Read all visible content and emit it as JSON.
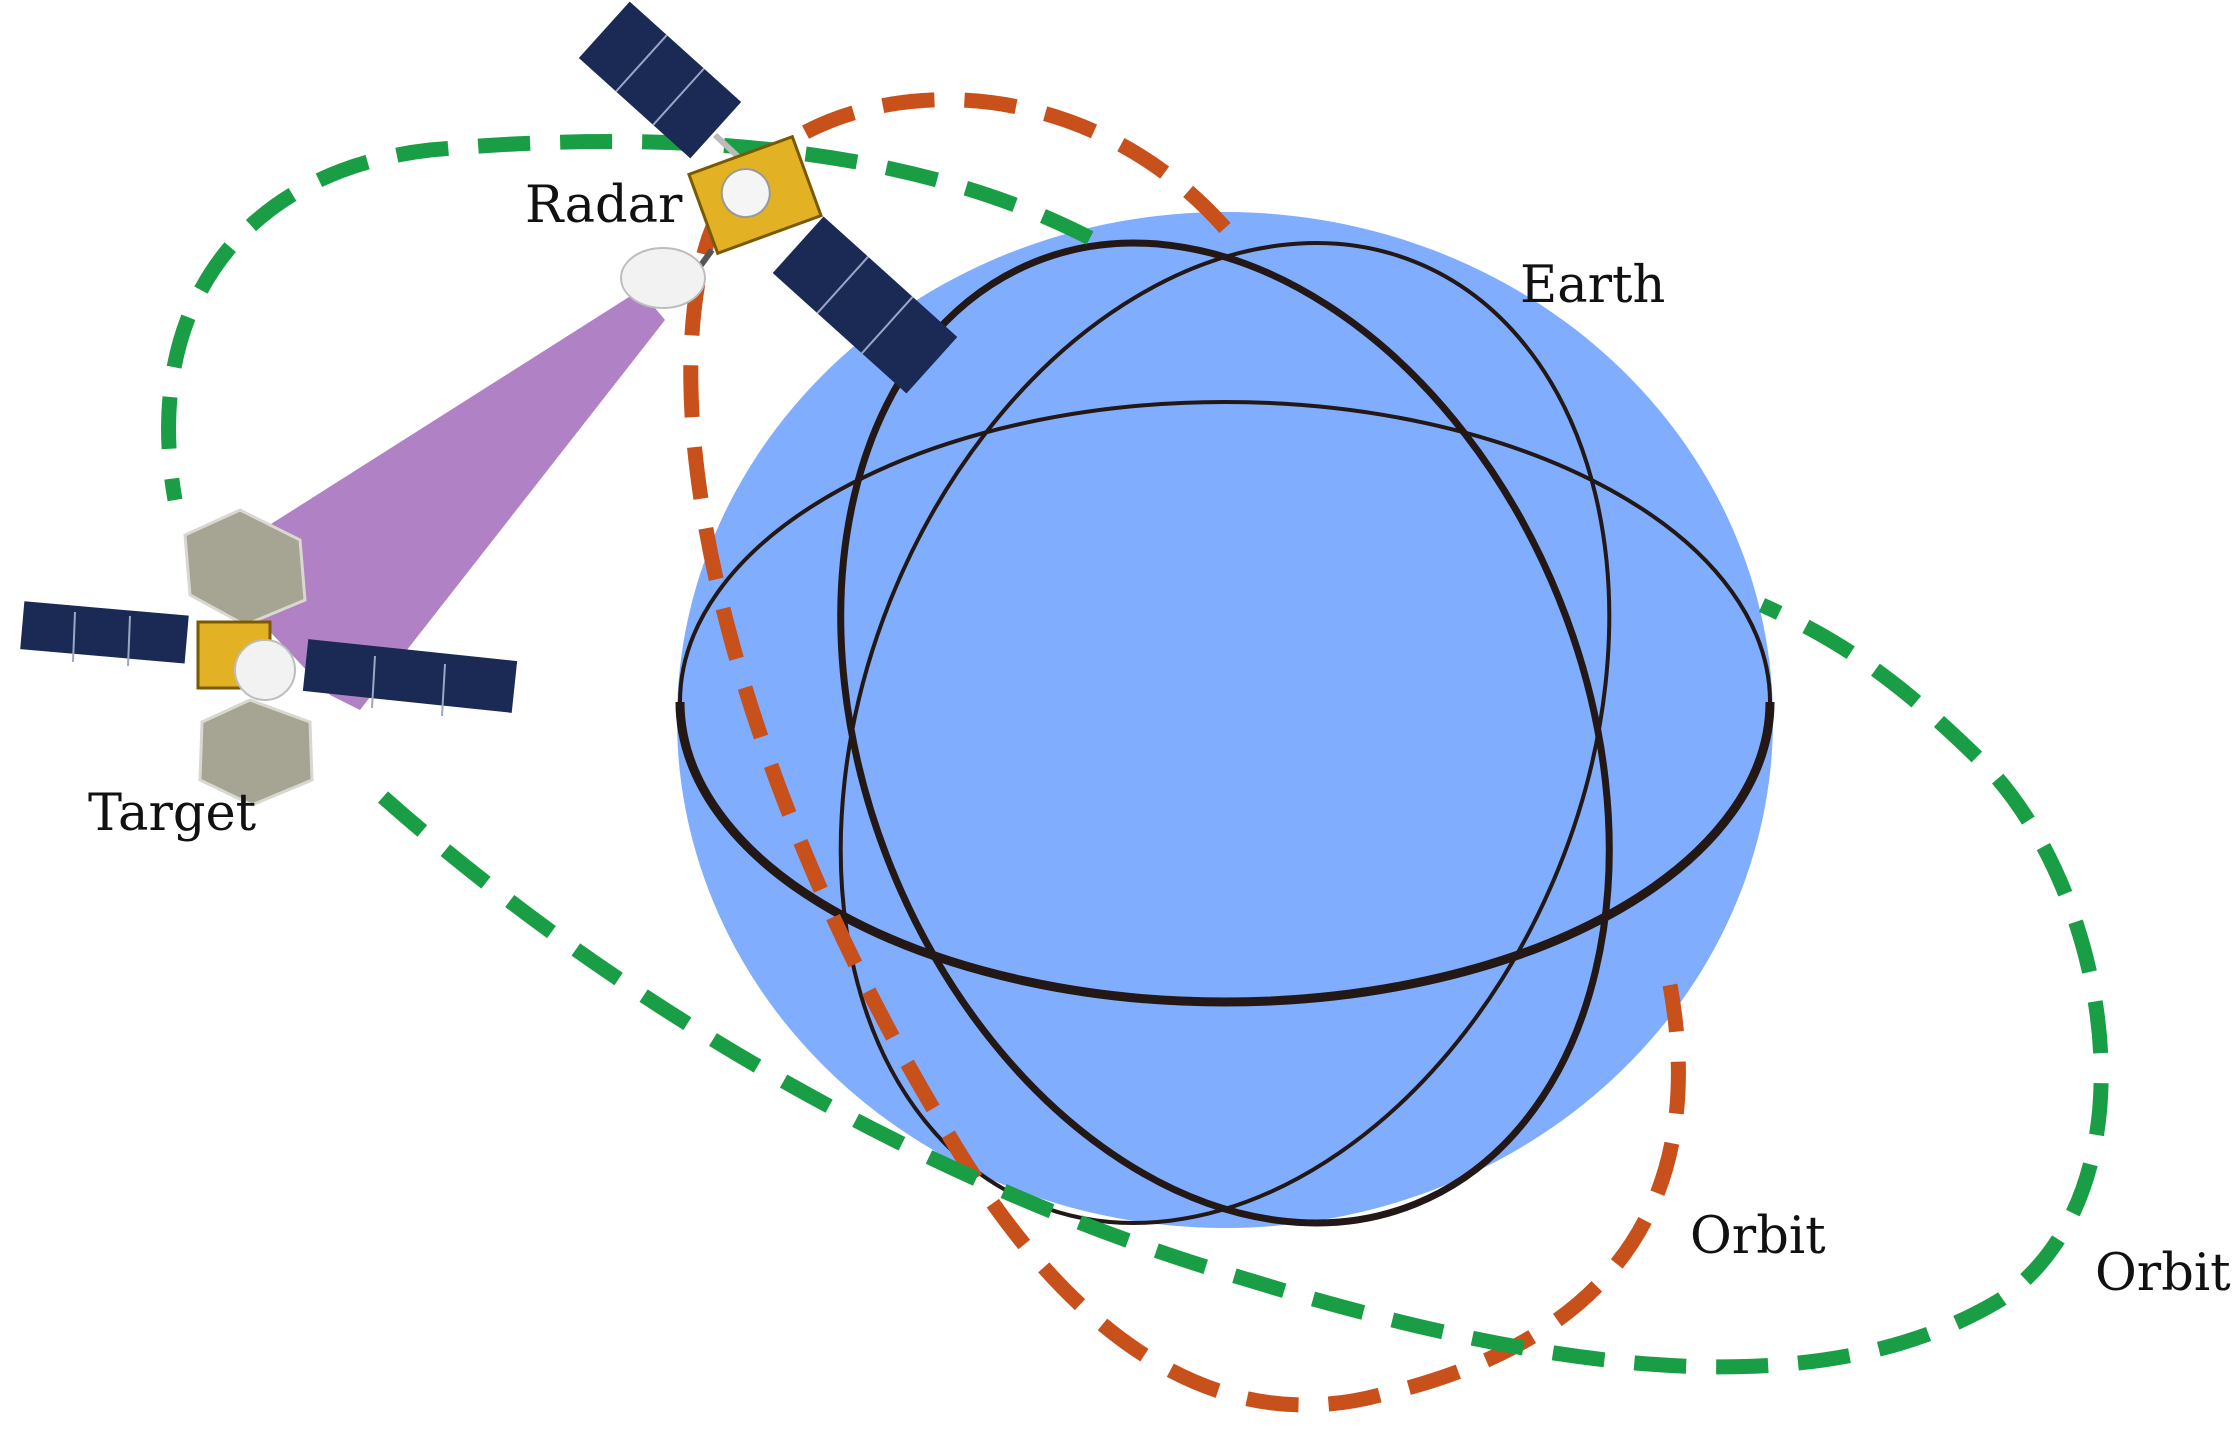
{
  "labels": {
    "radar": "Radar",
    "target": "Target",
    "earth": "Earth",
    "orbit_orange": "Orbit",
    "orbit_green": "Orbit"
  },
  "colors": {
    "earth_fill": "#80adfd",
    "grid_line": "#231815",
    "orbit_orange": "#c8501a",
    "orbit_green": "#1a9e45",
    "beam": "#9a5fb5",
    "panel": "#1b2a55",
    "panel_cell_line": "#9aa6c6",
    "bus_gold": "#e2b224",
    "antenna_white": "#f2f2f2",
    "hex_reflector": "#a6a593"
  }
}
